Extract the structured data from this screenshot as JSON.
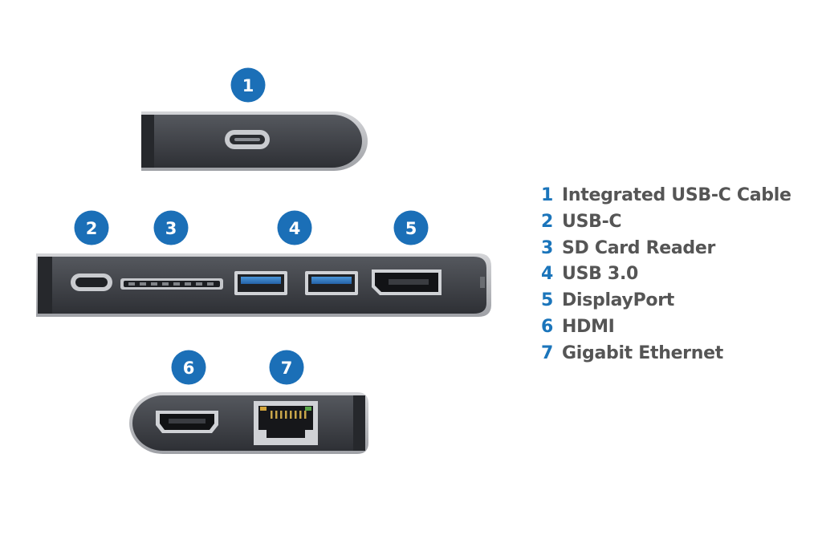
{
  "colors": {
    "badge": "#1b6fb7",
    "legend_number": "#1b75bb",
    "legend_text": "#555555",
    "housing": "#3b3e44",
    "bezel": "#b4b6ba",
    "usb3_blue": "#2f7fc9"
  },
  "badges": [
    {
      "number": "1"
    },
    {
      "number": "2"
    },
    {
      "number": "3"
    },
    {
      "number": "4"
    },
    {
      "number": "5"
    },
    {
      "number": "6"
    },
    {
      "number": "7"
    }
  ],
  "legend": [
    {
      "number": "1",
      "label": "Integrated USB-C Cable"
    },
    {
      "number": "2",
      "label": "USB-C"
    },
    {
      "number": "3",
      "label": "SD Card Reader"
    },
    {
      "number": "4",
      "label": "USB 3.0"
    },
    {
      "number": "5",
      "label": "DisplayPort"
    },
    {
      "number": "6",
      "label": "HDMI"
    },
    {
      "number": "7",
      "label": "Gigabit Ethernet"
    }
  ]
}
